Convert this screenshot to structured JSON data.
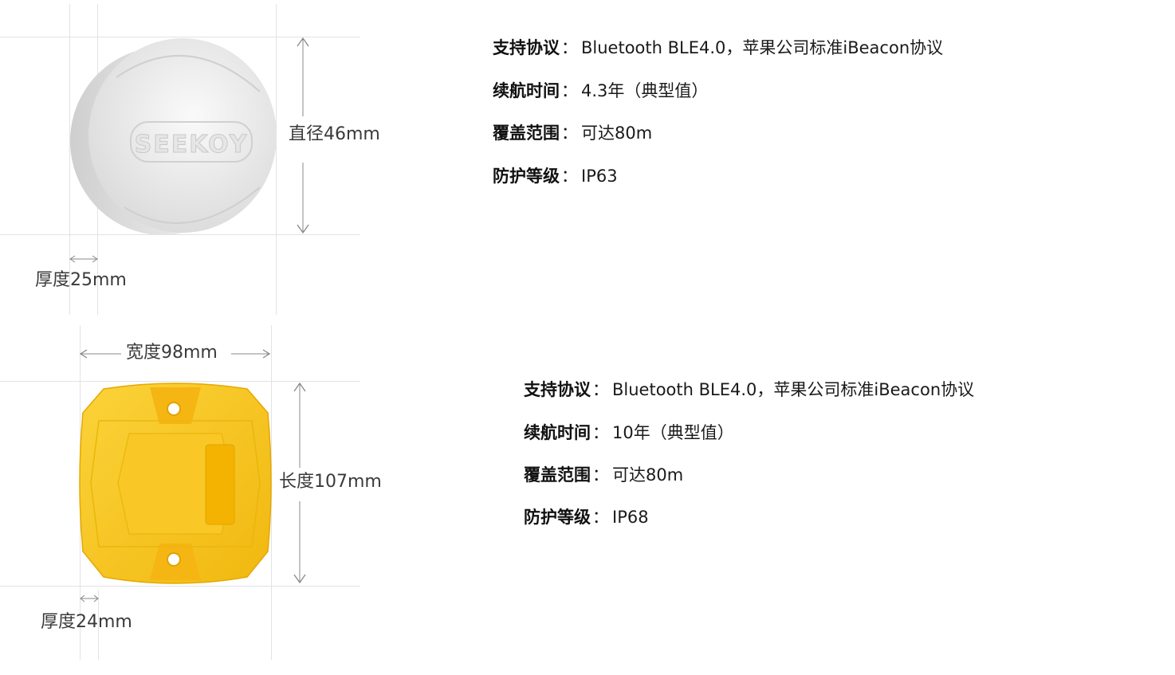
{
  "products": [
    {
      "brand_logo": "SEEKOY",
      "dimensions": {
        "diameter": "直径46mm",
        "thickness": "厚度25mm"
      },
      "specs": [
        {
          "key": "支持协议",
          "value": "Bluetooth BLE4.0，苹果公司标准iBeacon协议"
        },
        {
          "key": "续航时间",
          "value": "4.3年（典型值）"
        },
        {
          "key": "覆盖范围",
          "value": "可达80m"
        },
        {
          "key": "防护等级",
          "value": "IP63"
        }
      ]
    },
    {
      "dimensions": {
        "width": "宽度98mm",
        "length": "长度107mm",
        "thickness": "厚度24mm"
      },
      "specs": [
        {
          "key": "支持协议",
          "value": "Bluetooth BLE4.0，苹果公司标准iBeacon协议"
        },
        {
          "key": "续航时间",
          "value": "10年（典型值）"
        },
        {
          "key": "覆盖范围",
          "value": "可达80m"
        },
        {
          "key": "防护等级",
          "value": "IP68"
        }
      ]
    }
  ],
  "separator": "：",
  "colors": {
    "device_white": "#ececec",
    "device_yellow": "#f7c51d",
    "guide_line": "#e3e3e3"
  },
  "icons": [
    "double-arrow-icon"
  ]
}
